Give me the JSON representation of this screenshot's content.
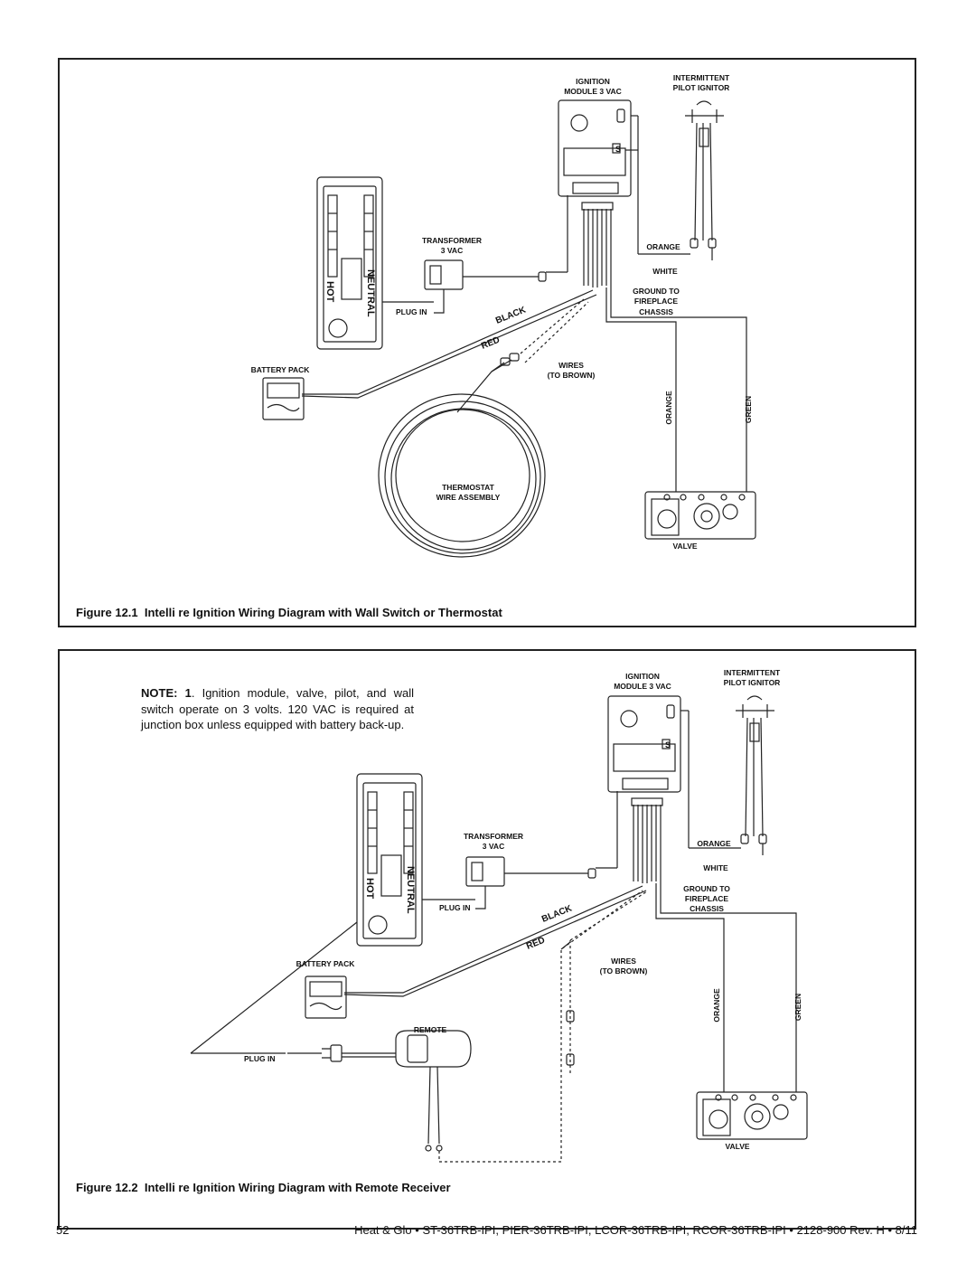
{
  "figure1": {
    "caption_num": "Figure 12.1",
    "caption_title": "Intelli  re Ignition Wiring Diagram with Wall Switch or Thermostat",
    "labels": {
      "ignition1": "IGNITION",
      "ignition2": "MODULE 3 VAC",
      "intermittent1": "INTERMITTENT",
      "intermittent2": "PILOT IGNITOR",
      "transformer1": "TRANSFORMER",
      "transformer2": "3 VAC",
      "orange": "ORANGE",
      "white": "WHITE",
      "ground1": "GROUND TO",
      "ground2": "FIREPLACE",
      "ground3": "CHASSIS",
      "plug_in": "PLUG IN",
      "black": "BLACK",
      "red": "RED",
      "battery_pack": "BATTERY PACK",
      "wires1": "WIRES",
      "wires2": "(TO BROWN)",
      "orange_v": "ORANGE",
      "green_v": "GREEN",
      "thermostat1": "THERMOSTAT",
      "thermostat2": "WIRE ASSEMBLY",
      "valve": "VALVE",
      "hot": "HOT",
      "neutral": "NEUTRAL",
      "s": "S"
    }
  },
  "figure2": {
    "caption_num": "Figure 12.2",
    "caption_title": "Intelli  re Ignition Wiring Diagram with Remote Receiver",
    "note_label": "NOTE: 1",
    "note_text": ". Ignition module, valve, pilot, and wall switch operate on 3 volts. 120 VAC is required at junction box unless equipped with battery back-up.",
    "labels": {
      "ignition1": "IGNITION",
      "ignition2": "MODULE 3 VAC",
      "intermittent1": "INTERMITTENT",
      "intermittent2": "PILOT IGNITOR",
      "transformer1": "TRANSFORMER",
      "transformer2": "3 VAC",
      "orange": "ORANGE",
      "white": "WHITE",
      "ground1": "GROUND TO",
      "ground2": "FIREPLACE",
      "ground3": "CHASSIS",
      "plug_in": "PLUG IN",
      "black": "BLACK",
      "red": "RED",
      "battery_pack": "BATTERY PACK",
      "wires1": "WIRES",
      "wires2": "(TO BROWN)",
      "orange_v": "ORANGE",
      "green_v": "GREEN",
      "remote": "REMOTE",
      "plug_in2": "PLUG IN",
      "valve": "VALVE",
      "hot": "HOT",
      "neutral": "NEUTRAL",
      "s": "S"
    }
  },
  "footer": {
    "page": "52",
    "text": "Heat & Glo  •  ST-36TRB-IPI, PIER-36TRB-IPI, LCOR-36TRB-IPI, RCOR-36TRB-IPI  •  2128-900 Rev. H  •  8/11"
  }
}
